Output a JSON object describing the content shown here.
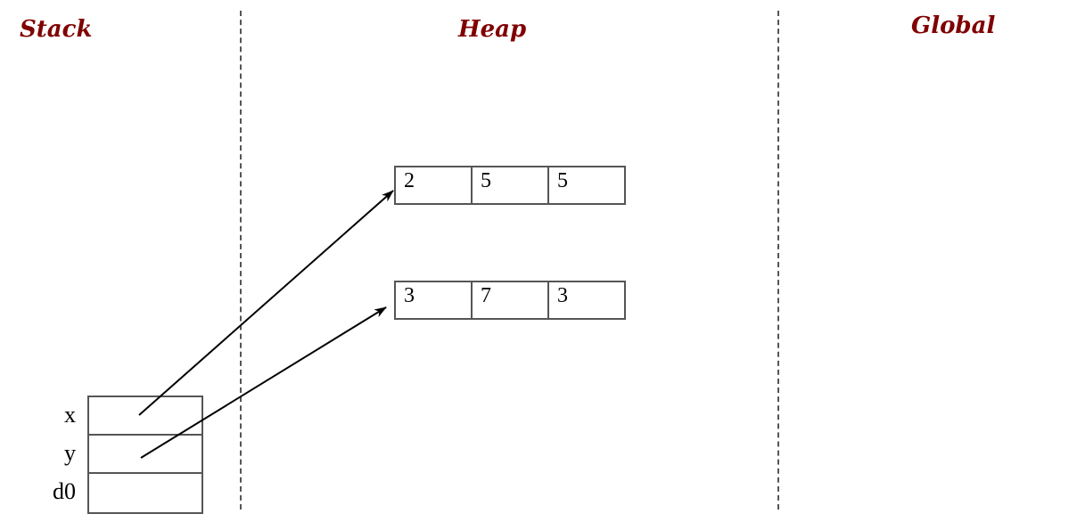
{
  "regions": {
    "stack": {
      "title": "Stack"
    },
    "heap": {
      "title": "Heap"
    },
    "global": {
      "title": "Global"
    }
  },
  "stack_frame": {
    "variables": [
      {
        "name": "x"
      },
      {
        "name": "y"
      },
      {
        "name": "d0"
      }
    ]
  },
  "heap_arrays": [
    {
      "cells": [
        "2",
        "5",
        "5"
      ]
    },
    {
      "cells": [
        "3",
        "7",
        "3"
      ]
    }
  ],
  "pointers": [
    {
      "from": "x",
      "to": "heap_array_0"
    },
    {
      "from": "y",
      "to": "heap_array_1"
    }
  ],
  "colors": {
    "title": "#800000",
    "divider": "#555555",
    "box_border": "#555555",
    "arrow": "#000000"
  }
}
